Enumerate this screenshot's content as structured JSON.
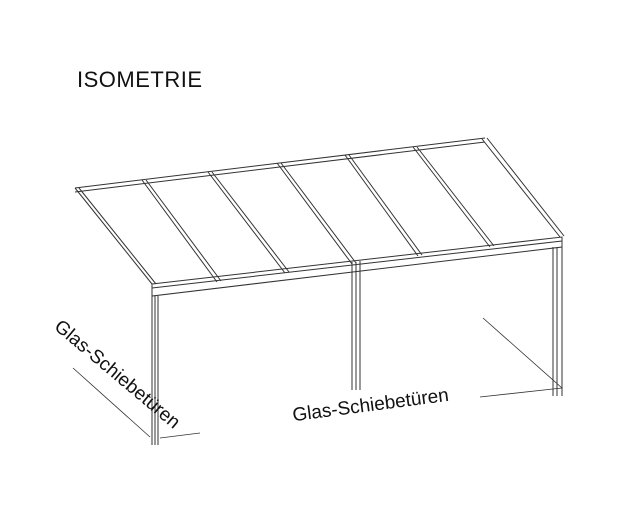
{
  "title": "ISOMETRIE",
  "labels": {
    "front": "Glas-Schiebetüren",
    "side": "Glas-Schiebetüren"
  }
}
